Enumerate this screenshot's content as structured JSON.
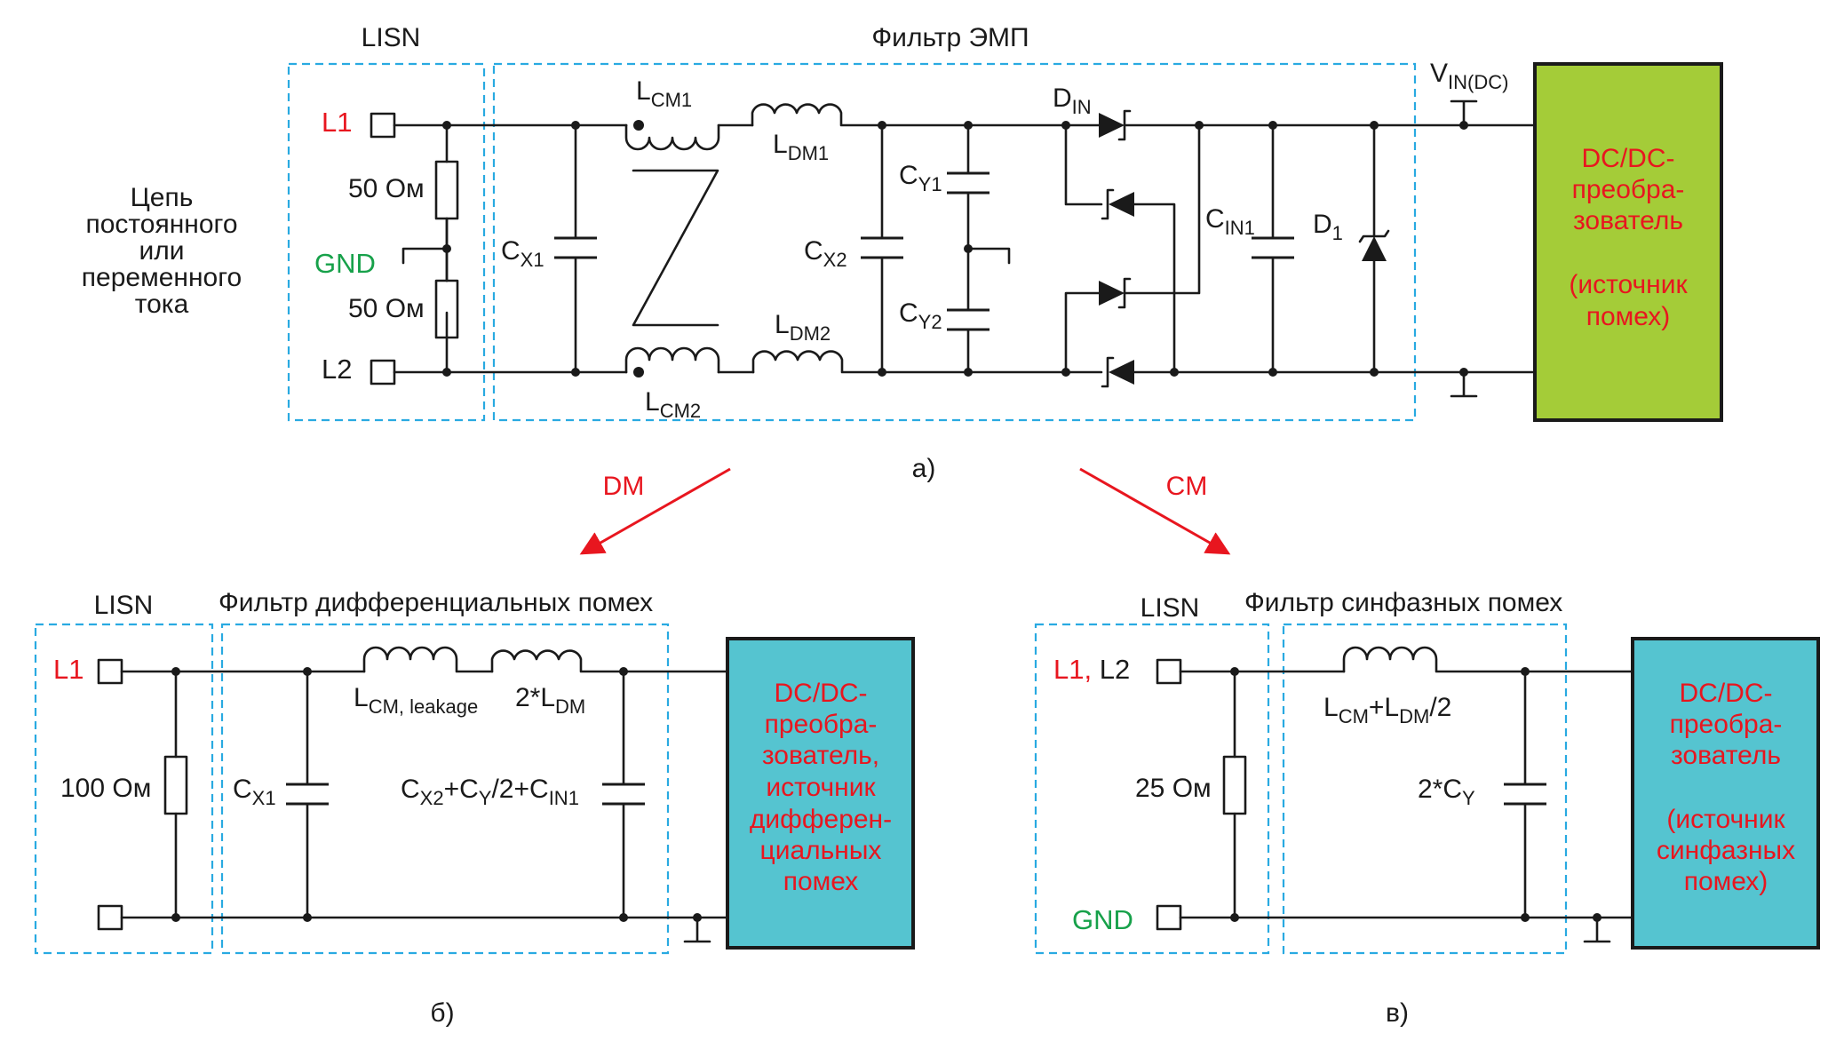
{
  "a": {
    "lisn_title": "LISN",
    "filter_title": "Фильтр ЭМП",
    "source_lines": [
      "Цепь",
      "постоянного",
      "или",
      "переменного",
      "тока"
    ],
    "l1": "L1",
    "l2": "L2",
    "gnd": "GND",
    "r_top": "50 Ом",
    "r_bottom": "50 Ом",
    "cx1": "C",
    "cx1_sub": "X1",
    "cx2": "C",
    "cx2_sub": "X2",
    "cy1": "C",
    "cy1_sub": "Y1",
    "cy2": "C",
    "cy2_sub": "Y2",
    "lcm1": "L",
    "lcm1_sub": "CM1",
    "lcm2": "L",
    "lcm2_sub": "CM2",
    "ldm1": "L",
    "ldm1_sub": "DM1",
    "ldm2": "L",
    "ldm2_sub": "DM2",
    "din": "D",
    "din_sub": "IN",
    "cin1": "C",
    "cin1_sub": "IN1",
    "d1": "D",
    "d1_sub": "1",
    "vin": "V",
    "vin_sub": "IN(DC)",
    "block_lines": [
      "DC/DC-",
      "преобра-",
      "зователь",
      "",
      "(источник",
      "помех)"
    ],
    "caption": "а)"
  },
  "arrows": {
    "dm": "DM",
    "cm": "CM"
  },
  "b": {
    "lisn_title": "LISN",
    "filter_title": "Фильтр дифференциальных помех",
    "l1": "L1",
    "r": "100 Ом",
    "cx1": "C",
    "cx1_sub": "X1",
    "lcm_leak": "L",
    "lcm_leak_sub": "CM, leakage",
    "ldm_pre": "2*L",
    "ldm_sub": "DM",
    "c_sum": [
      "C",
      "X2",
      "+C",
      "Y",
      "/2+C",
      "IN1"
    ],
    "block_lines": [
      "DC/DC-",
      "преобра-",
      "зователь,",
      "источник",
      "дифферен-",
      "циальных",
      "помех"
    ],
    "caption": "б)"
  },
  "c": {
    "lisn_title": "LISN",
    "filter_title": "Фильтр синфазных помех",
    "l1": "L1,",
    "l2": "L2",
    "gnd": "GND",
    "r": "25 Ом",
    "l_sum": [
      "L",
      "CM",
      "+L",
      "DM",
      "/2"
    ],
    "cy_pre": "2*C",
    "cy_sub": "Y",
    "block_lines": [
      "DC/DC-",
      "преобра-",
      "зователь",
      "",
      "(источник",
      "синфазных",
      "помех)"
    ],
    "caption": "в)"
  },
  "colors": {
    "dashed_box": "#29aae1",
    "green_block": "#a4cc38",
    "teal_block": "#55c4d0",
    "red_text": "#e8161f",
    "green_text": "#17a14a"
  }
}
